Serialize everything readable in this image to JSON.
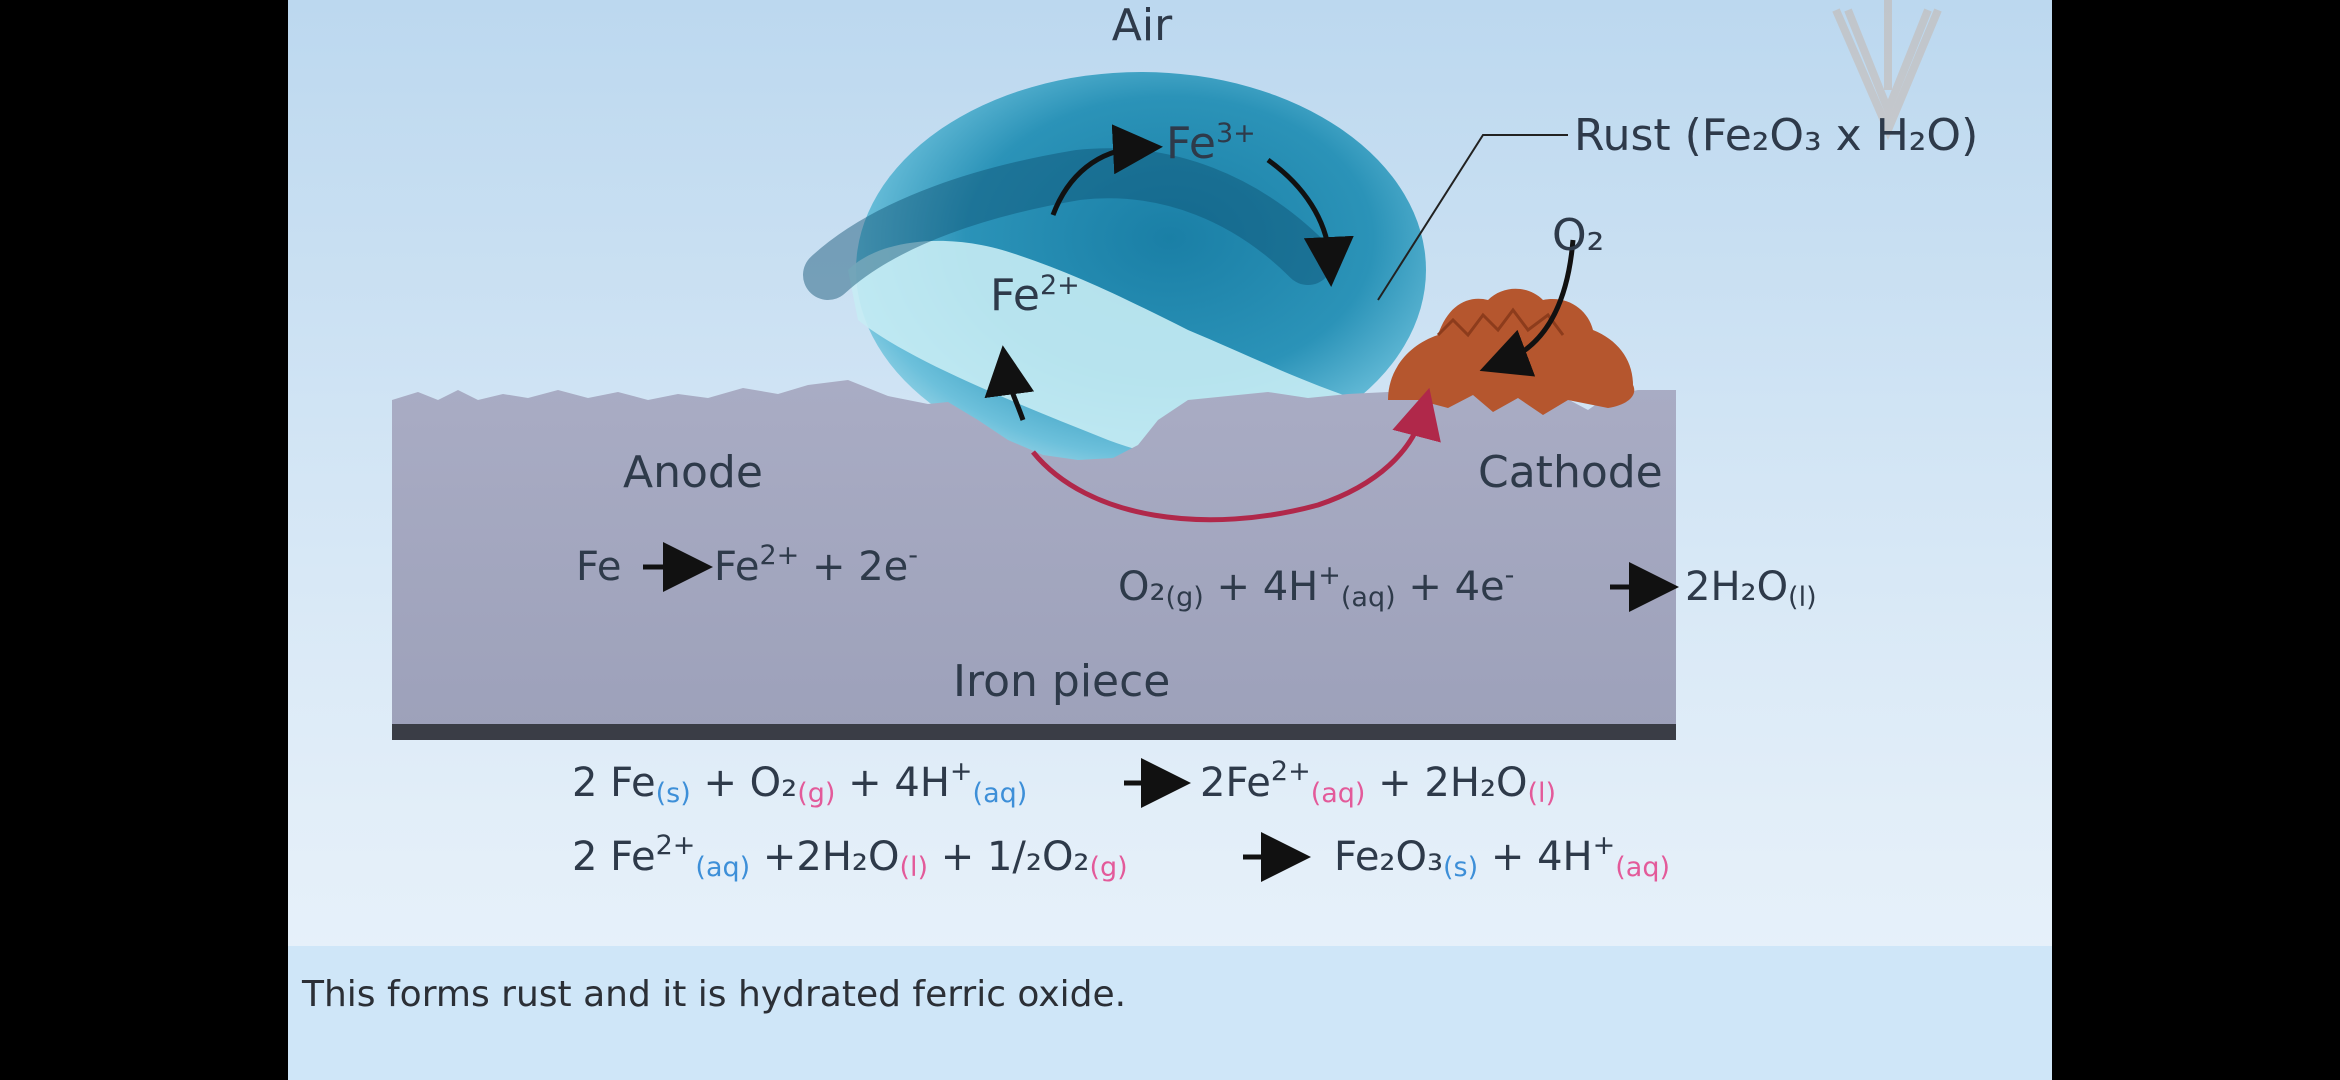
{
  "labels": {
    "air": "Air",
    "fe3": "Fe",
    "fe3_charge": "3+",
    "fe2": "Fe",
    "fe2_charge": "2+",
    "rust": "Rust (Fe₂O₃ x H₂O)",
    "o2": "O₂",
    "anode": "Anode",
    "cathode": "Cathode",
    "iron_piece": "Iron piece"
  },
  "anode_eq": {
    "lhs": "Fe",
    "rhs_base": "Fe",
    "rhs_charge": "2+",
    "rhs_tail": " + 2e",
    "e_sign": "-"
  },
  "cathode_eq": {
    "p1": "O₂",
    "p1_state": "(g)",
    "p2": "+ 4H",
    "p2_charge": "+",
    "p2_state": "(aq)",
    "p3": "+ 4e",
    "p3_sign": "-",
    "p4": "2H₂O",
    "p4_state": "(l)"
  },
  "overall_eq_1": {
    "a": "2 Fe",
    "a_state": "(s)",
    "b": " + O₂",
    "b_state": "(g)",
    "c": " + 4H",
    "c_charge": "+",
    "c_state": "(aq)",
    "d": "2Fe",
    "d_charge": "2+",
    "d_state": "(aq)",
    "e": " + 2H₂O",
    "e_state": "(l)"
  },
  "overall_eq_2": {
    "a": "2 Fe",
    "a_charge": "2+",
    "a_state": "(aq)",
    "b": " +2H₂O",
    "b_state": "(l)",
    "c": " + 1/₂O₂",
    "c_state": "(g)",
    "d": "Fe₂O₃",
    "d_state": "(s)",
    "e": " + 4H",
    "e_charge": "+",
    "e_state": "(aq)"
  },
  "caption": "This forms rust and it is hydrated ferric oxide.",
  "colors": {
    "background_top": "#bcd8ef",
    "iron": "#a6a9c1",
    "iron_base": "#3a3d46",
    "droplet": "#2489ad",
    "rust": "#b5562e",
    "electron_arrow": "#b0284a",
    "state_blue": "#3d8fd8",
    "state_pink": "#e35a9a",
    "caption_bar": "#cfe6f8"
  }
}
